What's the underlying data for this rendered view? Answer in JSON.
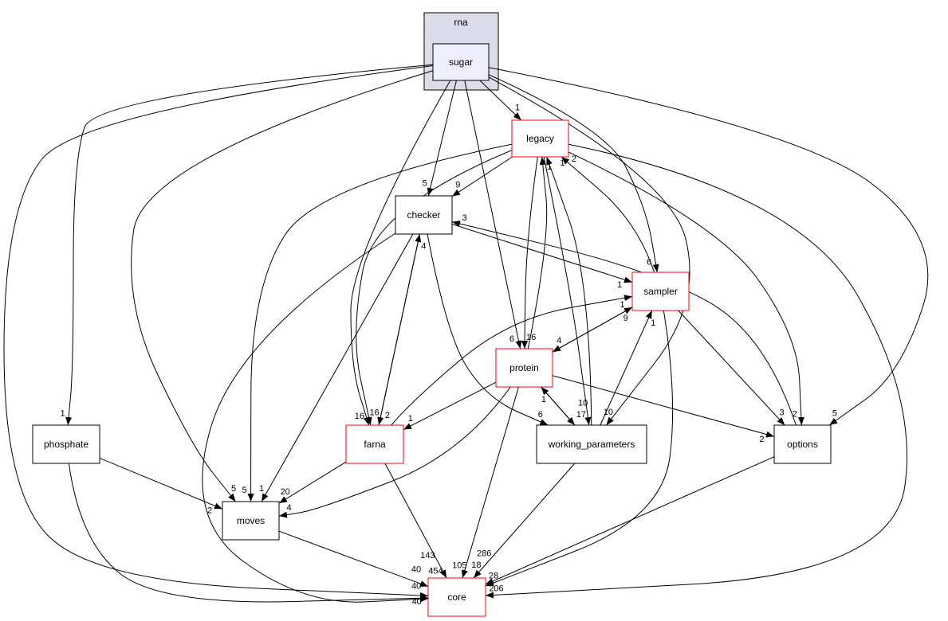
{
  "cluster": {
    "label": "rna",
    "fill": "#dcdcea",
    "stroke": "#000000"
  },
  "nodes": [
    {
      "id": "sugar",
      "label": "sugar",
      "style": "current",
      "fill": "#eeeeff",
      "stroke": "#000000"
    },
    {
      "id": "legacy",
      "label": "legacy",
      "style": "truncated",
      "stroke": "#ff0000"
    },
    {
      "id": "checker",
      "label": "checker",
      "style": "normal",
      "stroke": "#000000"
    },
    {
      "id": "sampler",
      "label": "sampler",
      "style": "truncated",
      "stroke": "#ff0000"
    },
    {
      "id": "protein",
      "label": "protein",
      "style": "truncated",
      "stroke": "#ff0000"
    },
    {
      "id": "farna",
      "label": "farna",
      "style": "truncated",
      "stroke": "#ff0000"
    },
    {
      "id": "working_parameters",
      "label": "working_parameters",
      "style": "normal",
      "stroke": "#000000"
    },
    {
      "id": "options",
      "label": "options",
      "style": "normal",
      "stroke": "#000000"
    },
    {
      "id": "phosphate",
      "label": "phosphate",
      "style": "normal",
      "stroke": "#000000"
    },
    {
      "id": "moves",
      "label": "moves",
      "style": "normal",
      "stroke": "#000000"
    },
    {
      "id": "core",
      "label": "core",
      "style": "truncated",
      "stroke": "#ff0000"
    }
  ],
  "edges": [
    {
      "from": "sugar",
      "to": "legacy",
      "label": "1"
    },
    {
      "from": "sugar",
      "to": "checker",
      "label": "5"
    },
    {
      "from": "sugar",
      "to": "protein",
      "label": "6"
    },
    {
      "from": "sugar",
      "to": "farna",
      "label": "16"
    },
    {
      "from": "sugar",
      "to": "sampler",
      "label": "6"
    },
    {
      "from": "sugar",
      "to": "working_parameters",
      "label": "10"
    },
    {
      "from": "sugar",
      "to": "options",
      "label": "5"
    },
    {
      "from": "sugar",
      "to": "phosphate",
      "label": "1"
    },
    {
      "from": "sugar",
      "to": "moves",
      "label": "5"
    },
    {
      "from": "sugar",
      "to": "core",
      "label": "40"
    },
    {
      "from": "legacy",
      "to": "checker",
      "label": "9"
    },
    {
      "from": "legacy",
      "to": "protein",
      "label": "16"
    },
    {
      "from": "legacy",
      "to": "farna",
      "label": "16"
    },
    {
      "from": "legacy",
      "to": "moves",
      "label": "5"
    },
    {
      "from": "legacy",
      "to": "core",
      "label": "206"
    },
    {
      "from": "legacy",
      "to": "options",
      "label": "2"
    },
    {
      "from": "legacy",
      "to": "working_parameters",
      "label": "17"
    },
    {
      "from": "checker",
      "to": "sampler",
      "label": "1"
    },
    {
      "from": "checker",
      "to": "farna",
      "label": "2"
    },
    {
      "from": "checker",
      "to": "moves",
      "label": "1"
    },
    {
      "from": "checker",
      "to": "working_parameters",
      "label": "6"
    },
    {
      "from": "checker",
      "to": "core",
      "label": "40"
    },
    {
      "from": "farna",
      "to": "checker",
      "label": "4"
    },
    {
      "from": "farna",
      "to": "sampler",
      "label": "1"
    },
    {
      "from": "farna",
      "to": "moves",
      "label": "20"
    },
    {
      "from": "farna",
      "to": "core",
      "label": "454"
    },
    {
      "from": "protein",
      "to": "legacy",
      "label": "1"
    },
    {
      "from": "protein",
      "to": "sampler",
      "label": "9"
    },
    {
      "from": "protein",
      "to": "farna",
      "label": "1"
    },
    {
      "from": "protein",
      "to": "working_parameters",
      "label": "10"
    },
    {
      "from": "protein",
      "to": "options",
      "label": "2"
    },
    {
      "from": "protein",
      "to": "moves",
      "label": "4"
    },
    {
      "from": "protein",
      "to": "core",
      "label": "105"
    },
    {
      "from": "sampler",
      "to": "legacy",
      "label": "2"
    },
    {
      "from": "sampler",
      "to": "protein",
      "label": "4"
    },
    {
      "from": "sampler",
      "to": "options",
      "label": "3"
    },
    {
      "from": "sampler",
      "to": "core",
      "label": "28"
    },
    {
      "from": "working_parameters",
      "to": "legacy",
      "label": "1"
    },
    {
      "from": "working_parameters",
      "to": "protein",
      "label": "1"
    },
    {
      "from": "working_parameters",
      "to": "sampler",
      "label": "1"
    },
    {
      "from": "working_parameters",
      "to": "core",
      "label": "18"
    },
    {
      "from": "options",
      "to": "checker",
      "label": "3"
    },
    {
      "from": "options",
      "to": "core",
      "label": "286"
    },
    {
      "from": "phosphate",
      "to": "moves",
      "label": "2"
    },
    {
      "from": "phosphate",
      "to": "core",
      "label": "40"
    },
    {
      "from": "moves",
      "to": "core",
      "label": "143"
    }
  ]
}
